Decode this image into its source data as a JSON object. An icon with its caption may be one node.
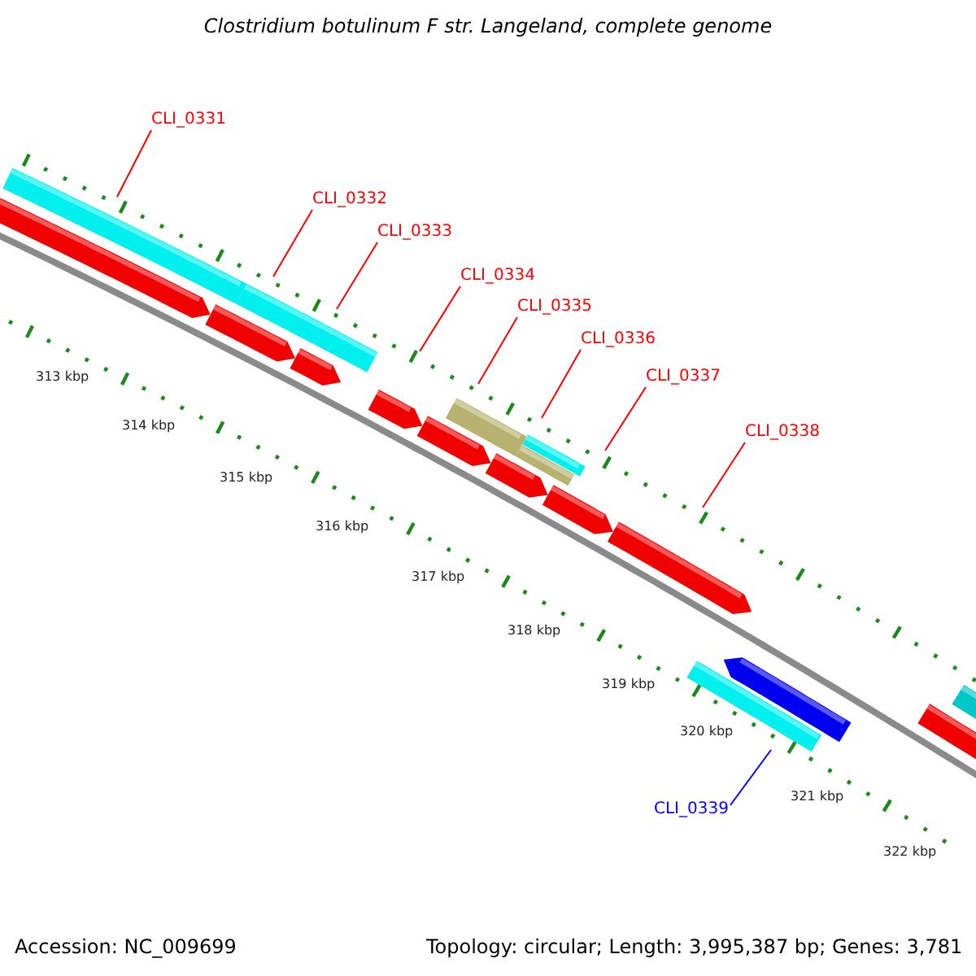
{
  "diagram": {
    "title": "Clostridium botulinum F str. Langeland, complete genome",
    "nodes": [
      {
        "text": [
          "CLI_0331"
        ]
      },
      {
        "text": [
          "CLI_0332"
        ]
      },
      {
        "text": [
          "CLI_0333"
        ]
      },
      {
        "text": [
          "CLI_0334"
        ]
      },
      {
        "text": [
          "CLI_0335"
        ]
      },
      {
        "text": [
          "CLI_0336"
        ]
      },
      {
        "text": [
          "CLI_0337"
        ]
      },
      {
        "text": [
          "CLI_0338"
        ]
      },
      {
        "text": [
          "CLI_0339"
        ]
      }
    ],
    "edges": [
      {
        "from": 0,
        "to": null,
        "arrow": "none"
      },
      {
        "from": 1,
        "to": null,
        "arrow": "none"
      },
      {
        "from": 2,
        "to": null,
        "arrow": "none"
      },
      {
        "from": 3,
        "to": null,
        "arrow": "none"
      },
      {
        "from": 4,
        "to": null,
        "arrow": "none"
      },
      {
        "from": 5,
        "to": null,
        "arrow": "none"
      },
      {
        "from": 6,
        "to": null,
        "arrow": "none"
      },
      {
        "from": 7,
        "to": null,
        "arrow": "none"
      },
      {
        "from": 8,
        "to": null,
        "arrow": "none",
        "color": "#0000ff"
      }
    ],
    "labels": [
      "313 kbp",
      "314 kbp",
      "315 kbp",
      "316 kbp",
      "317 kbp",
      "318 kbp",
      "319 kbp",
      "320 kbp",
      "321 kbp",
      "322 kbp",
      "Accession: NC_009699",
      "Topology: circular; Length: 3,995,387 bp; Genes: 3,781"
    ]
  }
}
